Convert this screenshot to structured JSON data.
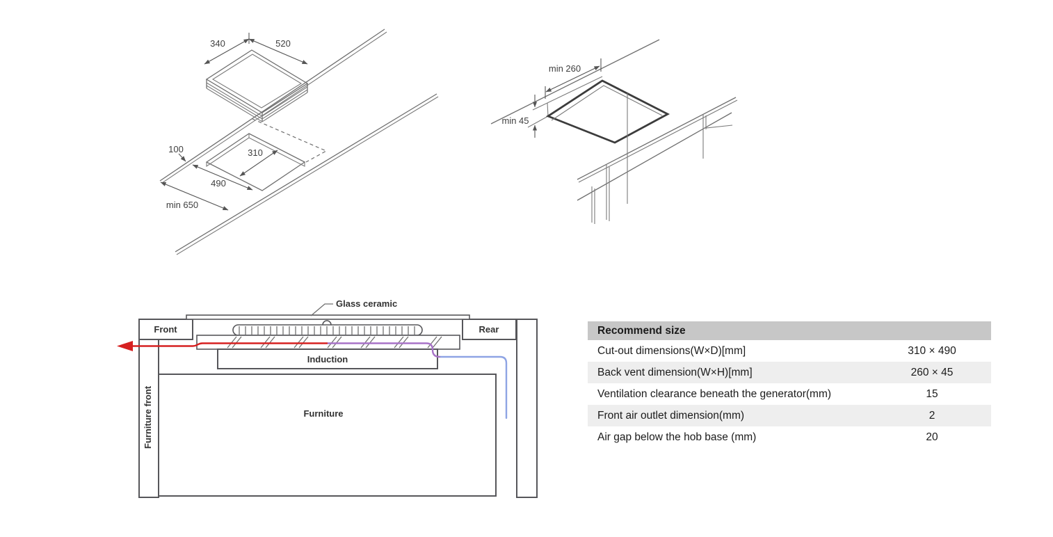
{
  "hob_diagram": {
    "width_label": "340",
    "depth_label": "520",
    "back_clearance_label": "100",
    "cutout_width_label": "310",
    "cutout_depth_label": "490",
    "counter_depth_label": "min 650"
  },
  "vent_diagram": {
    "vent_width_label": "min 260",
    "vent_height_label": "min 45"
  },
  "section_diagram": {
    "glass_label": "Glass ceramic",
    "front_label": "Front",
    "rear_label": "Rear",
    "induction_label": "Induction",
    "furniture_label": "Furniture",
    "furniture_front_label": "Furniture front"
  },
  "spec_table": {
    "header": "Recommend size",
    "rows": [
      {
        "label": "Cut-out dimensions(W×D)[mm]",
        "value": "310 × 490"
      },
      {
        "label": "Back vent dimension(W×H)[mm]",
        "value": "260 × 45"
      },
      {
        "label": "Ventilation clearance beneath the generator(mm)",
        "value": "15"
      },
      {
        "label": "Front air outlet dimension(mm)",
        "value": "2"
      },
      {
        "label": "Air gap below the hob base (mm)",
        "value": "20"
      }
    ]
  },
  "colors": {
    "airflow_red": "#d62121",
    "airflow_purple": "#a873c8",
    "airflow_blue": "#8ea4e4",
    "table_header_bg": "#c7c7c7",
    "table_alt_row_bg": "#eeeeee",
    "line_dark": "#56565a",
    "line_medium": "#6f6f6f"
  }
}
